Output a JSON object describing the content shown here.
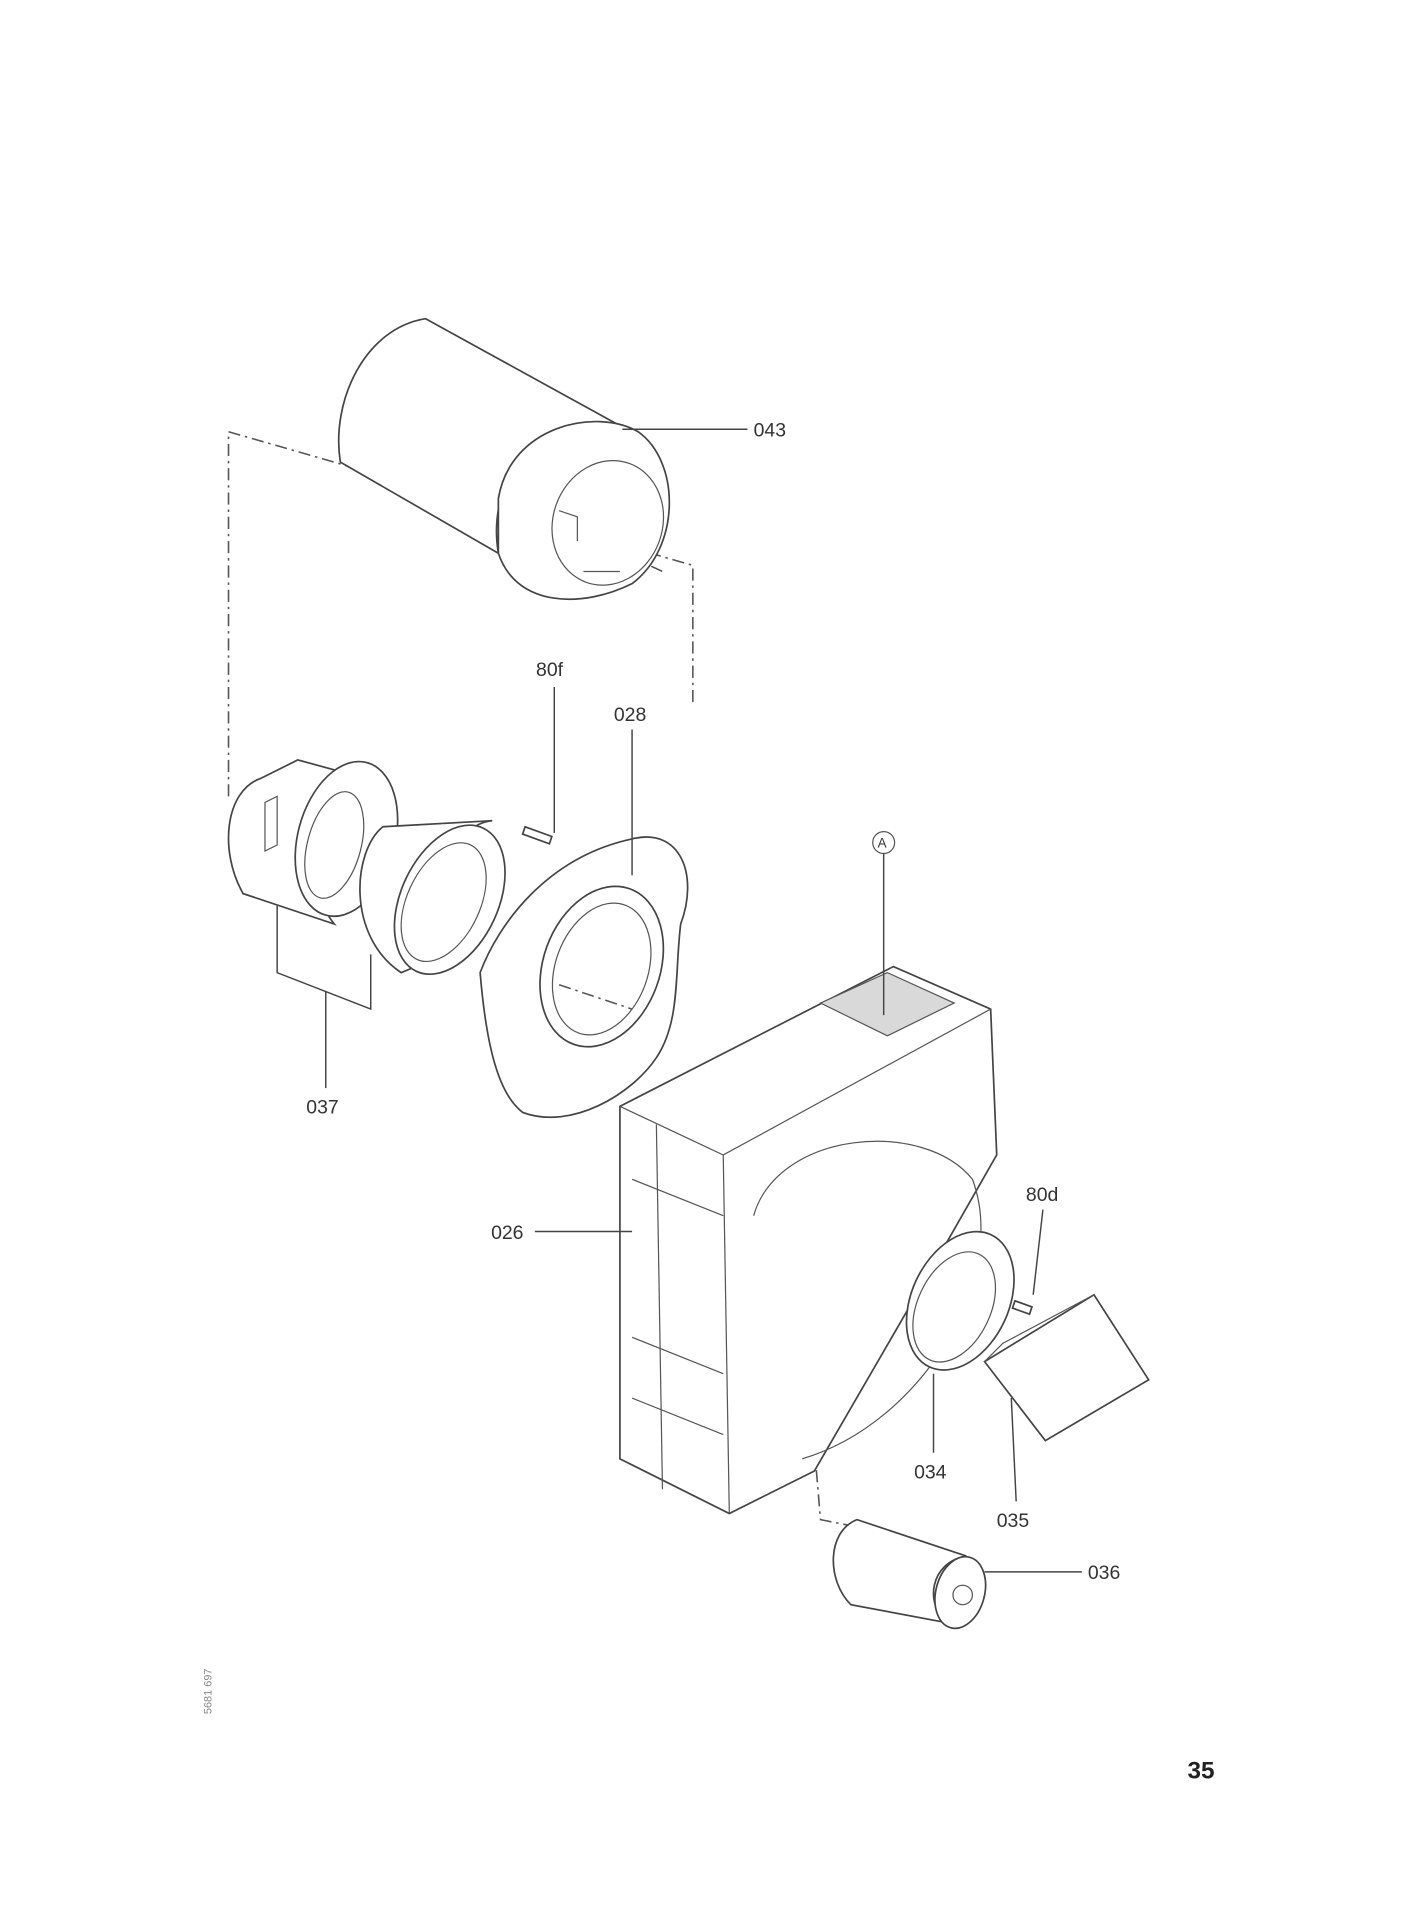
{
  "page_number": "35",
  "drawing_code": "5681 697",
  "callouts": {
    "p043": "043",
    "p80f": "80f",
    "p028": "028",
    "pA": "A",
    "p037": "037",
    "p026": "026",
    "p80d": "80d",
    "p034": "034",
    "p035": "035",
    "p036": "036"
  },
  "colors": {
    "line": "#444444",
    "label_area": "#d9d9d9"
  }
}
